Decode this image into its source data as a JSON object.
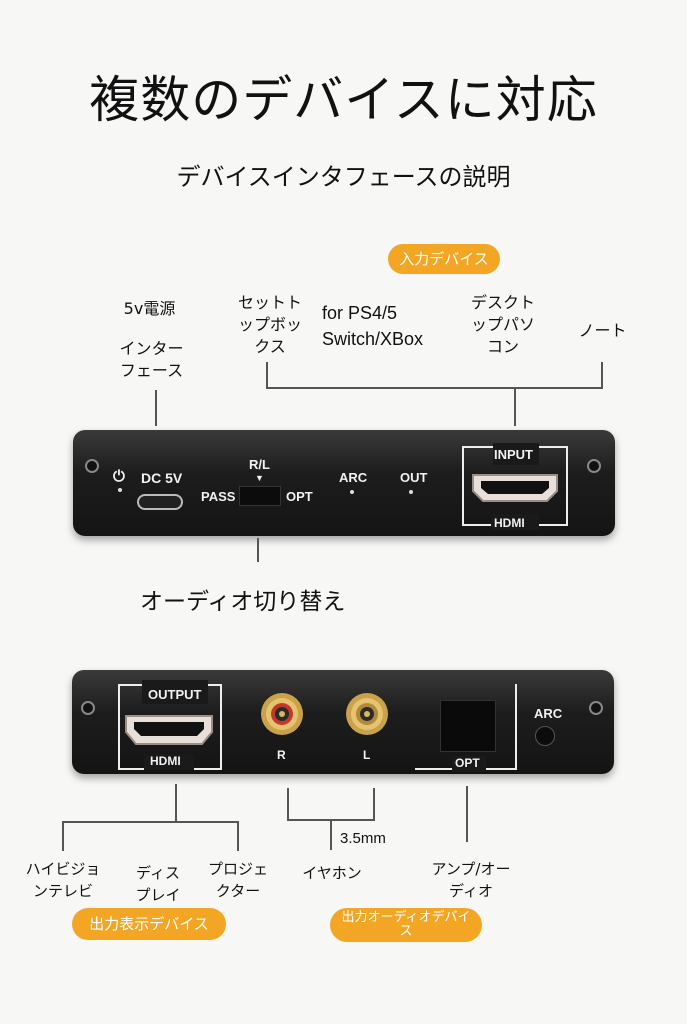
{
  "heading": {
    "title": "複数のデバイスに対応",
    "subtitle": "デバイスインタフェースの説明"
  },
  "input_section": {
    "badge": "入力デバイス",
    "power_label": "5v電源",
    "power_sub": [
      "インター",
      "フェース"
    ],
    "devices": [
      {
        "lines": [
          "セットト",
          "ップボッ",
          "クス"
        ]
      },
      {
        "lines": [
          "for PS4/5",
          "Switch/XBox"
        ]
      },
      {
        "lines": [
          "デスクト",
          "ップパソ",
          "コン"
        ]
      },
      {
        "lines": [
          "ノート"
        ]
      }
    ]
  },
  "top_device": {
    "dc": "DC 5V",
    "rl": "R/L",
    "pass": "PASS",
    "opt": "OPT",
    "arc": "ARC",
    "out": "OUT",
    "input": "INPUT",
    "hdmi": "HDMI"
  },
  "switch_label": "オーディオ切り替え",
  "bottom_device": {
    "output": "OUTPUT",
    "hdmi": "HDMI",
    "r": "R",
    "l": "L",
    "opt": "OPT",
    "arc": "ARC"
  },
  "output_section": {
    "mm_label": "3.5mm",
    "items": [
      {
        "lines": [
          "ハイビジョ",
          "ンテレビ"
        ]
      },
      {
        "lines": [
          "ディス",
          "プレイ"
        ]
      },
      {
        "lines": [
          "プロジェ",
          "クター"
        ]
      },
      {
        "lines": [
          "イヤホン"
        ]
      },
      {
        "lines": [
          "アンプ/オー",
          "ディオ"
        ]
      }
    ],
    "display_badge": "出力表示デバイス",
    "audio_badge": [
      "出力オーディオデバイ",
      "ス"
    ]
  }
}
